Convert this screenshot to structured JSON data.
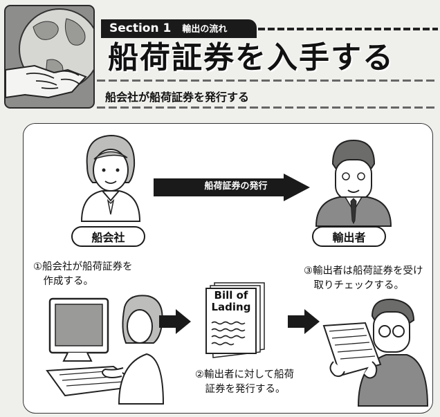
{
  "header": {
    "section_label": "Section 1",
    "section_sub": "輸出の流れ",
    "title": "船荷証券を入手する",
    "subtitle": "船会社が船荷証券を発行する"
  },
  "diagram": {
    "arrow_top_label": "船荷証券の発行",
    "shipping_company_label": "船会社",
    "exporter_label": "輸出者",
    "step1_caption": "①船会社が船荷証券を\n　作成する。",
    "step2_caption": "②輸出者に対して船荷\n　証券を発行する。",
    "step3_caption": "③輸出者は船荷証券を受け\n　取りチェックする。",
    "document_title_line1": "Bill of",
    "document_title_line2": "Lading"
  },
  "colors": {
    "arrow": "#1a1a1a",
    "suit": "#8a8a8a",
    "globe_bg": "#8d8d8b"
  }
}
